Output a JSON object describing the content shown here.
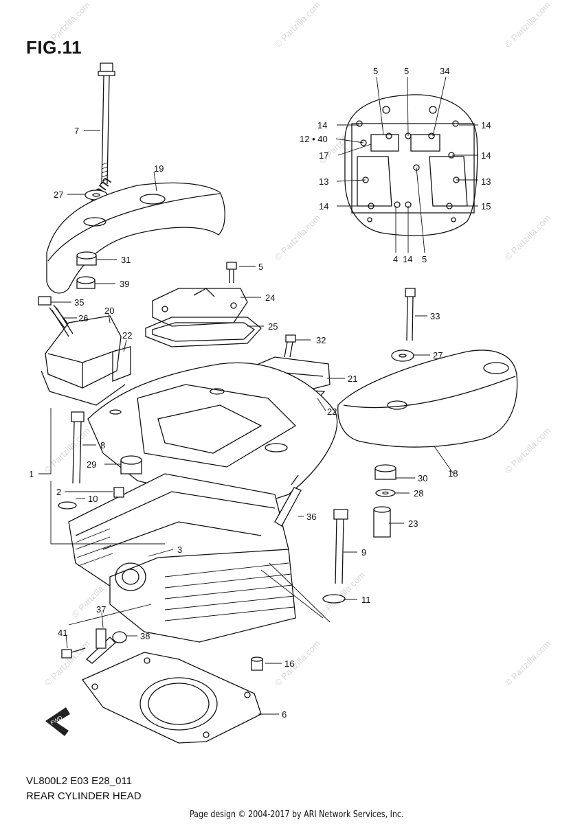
{
  "figure": {
    "title": "FIG.11"
  },
  "model_code": "VL800L2 E03 E28_011",
  "part_name": "REAR CYLINDER HEAD",
  "credit": "Page design © 2004-2017 by ARI Network Services, Inc.",
  "watermark": {
    "text": "© Partzilla.com",
    "big_text": "© Partzilla.com"
  },
  "fwd_label": "FWD",
  "callouts": {
    "c1": "1",
    "c2": "2",
    "c3": "3",
    "c4": "4",
    "c5a": "5",
    "c5b": "5",
    "c5c": "5",
    "c5d": "5",
    "c6": "6",
    "c7": "7",
    "c8": "8",
    "c9": "9",
    "c10": "10",
    "c11": "11",
    "c12_40": "12 • 40",
    "c13a": "13",
    "c13b": "13",
    "c14a": "14",
    "c14b": "14",
    "c14c": "14",
    "c14d": "14",
    "c14e": "14",
    "c15": "15",
    "c16": "16",
    "c17": "17",
    "c18": "18",
    "c19": "19",
    "c20": "20",
    "c21": "21",
    "c22a": "22",
    "c22b": "22",
    "c23": "23",
    "c24": "24",
    "c25": "25",
    "c26": "26",
    "c27a": "27",
    "c27b": "27",
    "c28": "28",
    "c29": "29",
    "c30": "30",
    "c31": "31",
    "c32": "32",
    "c33": "33",
    "c34": "34",
    "c35": "35",
    "c36": "36",
    "c37": "37",
    "c38": "38",
    "c39": "39",
    "c41": "41"
  }
}
